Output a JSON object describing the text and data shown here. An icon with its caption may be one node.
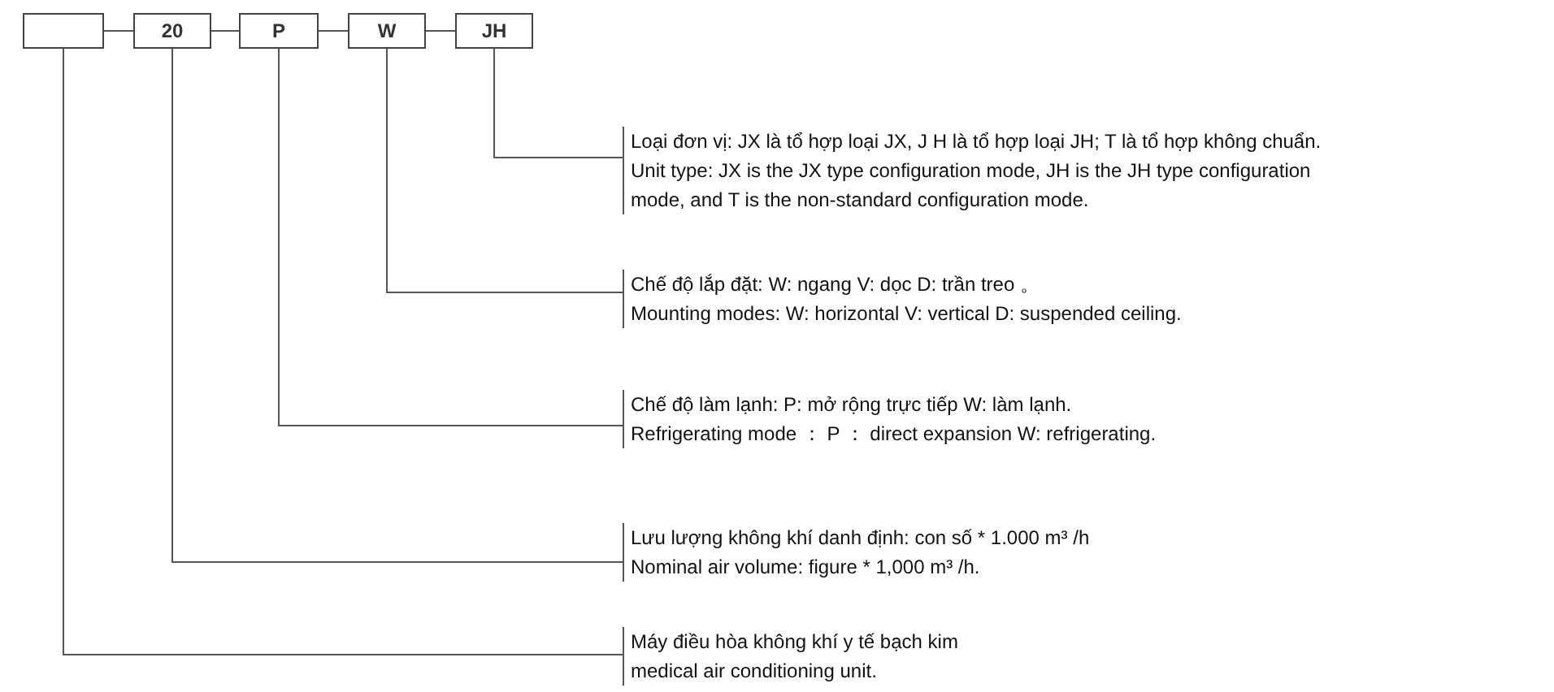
{
  "diagram": {
    "nodes": [
      {
        "text": [],
        "shape": "box"
      },
      {
        "text": [
          "20"
        ]
      },
      {
        "text": [
          "P"
        ]
      },
      {
        "text": [
          "W"
        ]
      },
      {
        "text": [
          "JH"
        ]
      },
      {
        "text": [
          "Loại đơn vị: JX là tổ hợp loại JX, J H là tổ hợp loại JH; T là tổ hợp không chuẩn.",
          "Unit type: JX is the JX type configuration mode, JH is the JH type configuration mode, and T is the non-standard configuration mode."
        ]
      },
      {
        "text": [
          "Chế độ lắp đặt: W: ngang V: dọc D: trần treo 。",
          "Mounting modes: W: horizontal V: vertical D: suspended ceiling."
        ]
      },
      {
        "text": [
          "Chế độ làm lạnh: P: mở rộng trực tiếp W: làm lạnh.",
          "Refrigerating mode ： P ： direct expansion W: refrigerating."
        ]
      },
      {
        "text": [
          "Lưu lượng không khí danh định: con số * 1.000 m³ /h",
          "Nominal air volume: figure * 1,000 m³ /h."
        ]
      },
      {
        "text": [
          "Máy điều hòa không khí y tế bạch kim",
          "medical air conditioning unit."
        ]
      }
    ],
    "edges": [
      {
        "from": 0,
        "to": 1,
        "arrow": "none"
      },
      {
        "from": 1,
        "to": 2,
        "arrow": "none"
      },
      {
        "from": 2,
        "to": 3,
        "arrow": "none"
      },
      {
        "from": 3,
        "to": 4,
        "arrow": "none"
      },
      {
        "from": 4,
        "to": 5,
        "arrow": "none"
      },
      {
        "from": 3,
        "to": 6,
        "arrow": "none"
      },
      {
        "from": 2,
        "to": 7,
        "arrow": "none"
      },
      {
        "from": 1,
        "to": 8,
        "arrow": "none"
      },
      {
        "from": 0,
        "to": 9,
        "arrow": "none"
      }
    ]
  }
}
